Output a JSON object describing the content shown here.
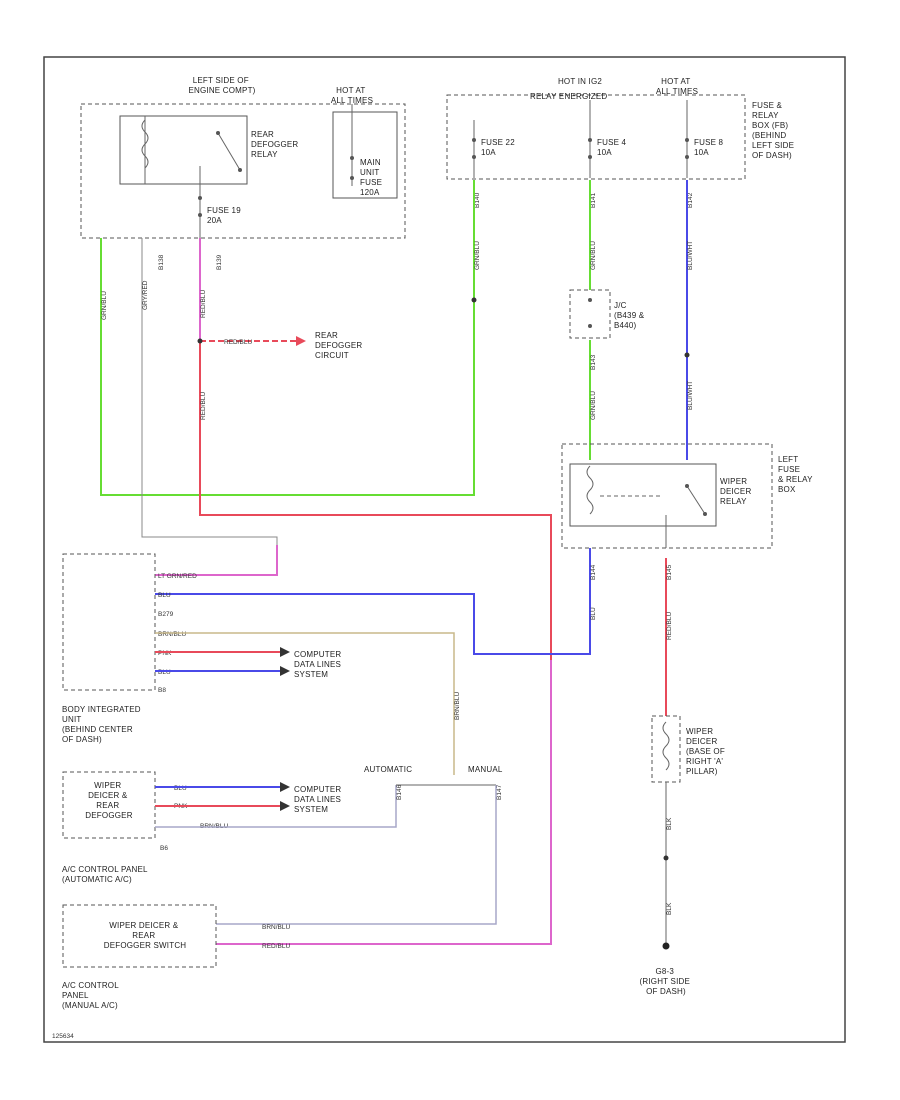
{
  "colors": {
    "grn": "#66dd33",
    "pnk": "#dd66cc",
    "red": "#e84a5a",
    "blu": "#4a4ae8",
    "brn": "#c8b88a",
    "wht": "#a7a7c8",
    "gry": "#888888"
  },
  "labels": {
    "left_fuse_box": [
      "LEFT SIDE OF",
      "ENGINE COMPT)"
    ],
    "hot_at_all_times": [
      "HOT AT",
      "ALL TIMES"
    ],
    "rear_defogger_relay": [
      "REAR",
      "DEFOGGER",
      "RELAY"
    ],
    "main_unit": [
      "MAIN",
      "UNIT",
      "FUSE",
      "120A"
    ],
    "fuse_19": [
      "FUSE 19",
      "20A"
    ],
    "rear_defogger_circuit": [
      "REAR",
      "DEFOGGER",
      "CIRCUIT"
    ],
    "hot_at_ig2": [
      "HOT IN IG2"
    ],
    "relay_energized": "RELAY ENERGIZED",
    "hot_at_right": [
      "HOT AT",
      "ALL TIMES"
    ],
    "fuse_22": [
      "FUSE 22",
      "10A"
    ],
    "fuse_4": [
      "FUSE 4",
      "10A"
    ],
    "fuse_8": [
      "FUSE 8",
      "10A"
    ],
    "fuse_relay_box": [
      "FUSE &",
      "RELAY",
      "BOX (FB)",
      "(BEHIND",
      "LEFT SIDE",
      "OF DASH)"
    ],
    "jc": [
      "J/C",
      "(B439 &",
      "B440)"
    ],
    "wiper_deicer_relay": [
      "WIPER",
      "DEICER",
      "RELAY"
    ],
    "left_fuse_relay": [
      "LEFT",
      "FUSE",
      "& RELAY",
      "BOX"
    ],
    "body_integrated_unit": [
      "BODY INTEGRATED",
      "UNIT",
      "(BEHIND CENTER",
      "OF DASH)"
    ],
    "biu_connector": "B279",
    "biu_conn_bottom": "B8",
    "biu_wires": [
      "LT GRN/RED",
      "BLU",
      "BRN/BLU",
      "PNK",
      "BLU"
    ],
    "computer_data_lines_1": [
      "COMPUTER",
      "DATA LINES",
      "SYSTEM"
    ],
    "computer_data_lines_2": [
      "COMPUTER",
      "DATA LINES",
      "SYSTEM"
    ],
    "acp_auto_wires": [
      "BLU",
      "PNK",
      "BRN/BLU"
    ],
    "acp_auto_conn": "B6",
    "wiper_deicer_rear_defogger": [
      "WIPER",
      "DEICER &",
      "REAR",
      "DEFOGGER"
    ],
    "acp_auto_title": [
      "A/C CONTROL PANEL",
      "(AUTOMATIC A/C)"
    ],
    "automatic": "AUTOMATIC",
    "manual": "MANUAL",
    "wiper_deicer_switch": [
      "WIPER DEICER &",
      "REAR",
      "DEFOGGER SWITCH"
    ],
    "acp_manual_wires": [
      "BRN/BLU",
      "RED/BLU"
    ],
    "acp_manual_title": [
      "A/C CONTROL",
      "PANEL",
      "(MANUAL A/C)"
    ],
    "wiper_deicer": [
      "WIPER",
      "DEICER",
      "(BASE OF",
      "RIGHT 'A'",
      "PILLAR)"
    ],
    "ground": [
      "G8-3",
      "(RIGHT SIDE",
      "OF DASH)"
    ],
    "ref": "125634",
    "wire_green_left": "GRN/BLU",
    "wire_gry": "GRY/RED",
    "wire_red_top": "RED/BLU",
    "wire_red_mid": "RED/BLU",
    "wire_defog_arrow": "RED/BLU",
    "wire_right_green": "GRN/BLU",
    "wire_mid_green_top": "GRN/BLU",
    "wire_mid_green_bot": "GRN/BLU",
    "wire_blue_top": "BLU/WHT",
    "wire_blue_bot": "BLU/WHT",
    "wire_blu_relay": "BLU",
    "wire_red_relay": "RED/BLU",
    "wire_brn_vert": "BRN/BLU",
    "wire_ground": "BLK",
    "conn_b138": "B138",
    "conn_b139": "B139",
    "conn_b140": "B140",
    "conn_b141": "B141",
    "conn_b142": "B142",
    "conn_b143": "B143",
    "conn_b144": "B144",
    "conn_b145": "B145",
    "conn_b146": "B146",
    "conn_b147": "B147"
  }
}
